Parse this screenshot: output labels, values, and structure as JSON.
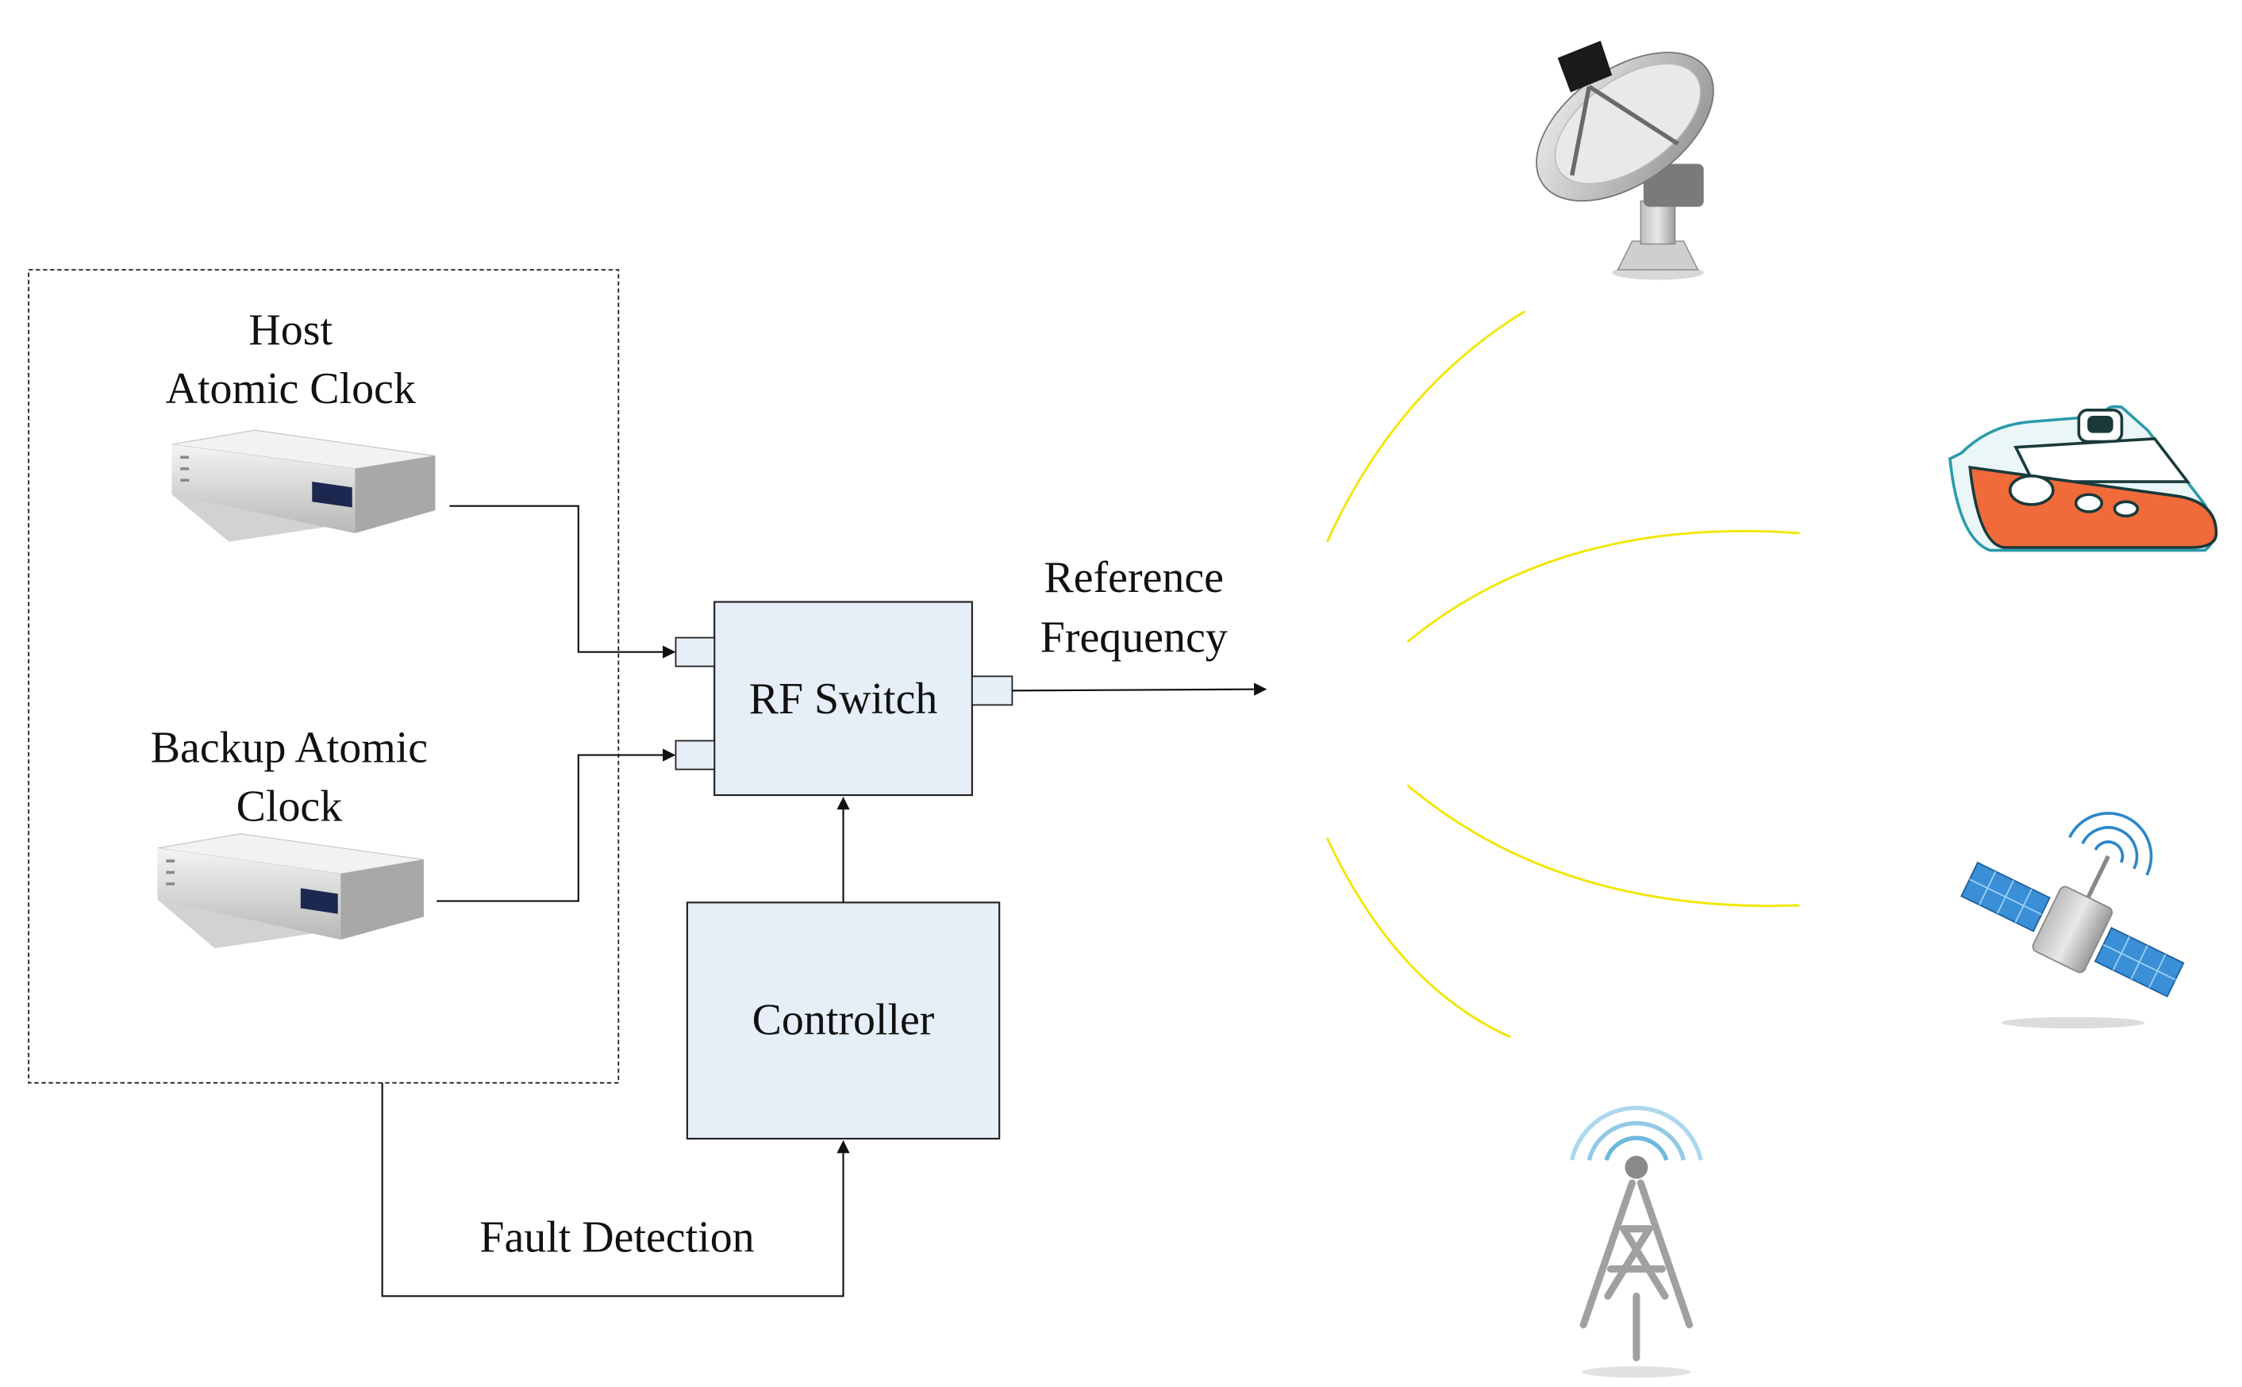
{
  "labels": {
    "host_line1": "Host",
    "host_line2": "Atomic Clock",
    "backup_line1": "Backup Atomic",
    "backup_line2": "Clock",
    "rf_switch": "RF Switch",
    "controller": "Controller",
    "ref_line1": "Reference",
    "ref_line2": "Frequency",
    "fault_detection": "Fault Detection"
  },
  "colors": {
    "block_fill": "#e6eef8",
    "signal_arc": "#f2e600",
    "ship_hull": "#f06a3a",
    "satellite_panel": "#3a8fd6",
    "broadcast_ring": "#4aa6d6"
  },
  "icons": {
    "host_clock": "atomic-clock-device-icon",
    "backup_clock": "atomic-clock-device-icon",
    "dish": "satellite-dish-icon",
    "ship": "ship-icon",
    "satellite": "satellite-icon",
    "tower": "radio-tower-icon"
  }
}
